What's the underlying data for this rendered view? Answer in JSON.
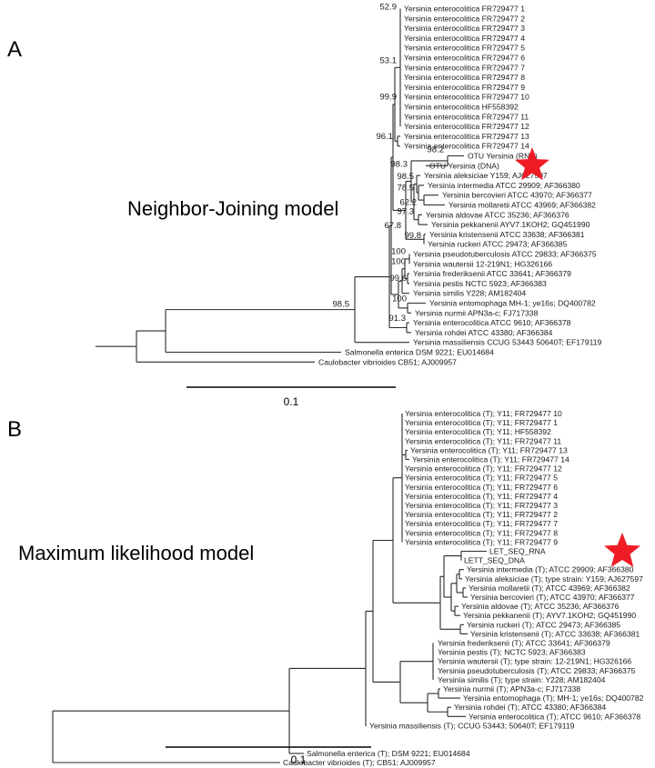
{
  "accent_star_color": "#ee1c25",
  "panel_a": {
    "letter": "A",
    "title": "Neighbor-Joining model",
    "scale_label": "0.1",
    "leaves": [
      "Yersinia enterocolitica FR729477 1",
      "Yersinia enterocolitica FR729477 2",
      "Yersinia enterocolitica FR729477 3",
      "Yersinia enterocolitica FR729477 4",
      "Yersinia enterocolitica FR729477 5",
      "Yersinia enterocolitica FR729477 6",
      "Yersinia enterocolitica FR729477 7",
      "Yersinia enterocolitica FR729477 8",
      "Yersinia enterocolitica FR729477 9",
      "Yersinia enterocolitica FR729477 10",
      "Yersinia enterocolitica HF558392",
      "Yersinia enterocolitica FR729477 11",
      "Yersinia enterocolitica FR729477 12",
      "Yersinia enterocolitica FR729477 13",
      "Yersinia enterocolitica FR729477 14",
      "OTU Yersinia (RNA)",
      "OTU Yersinia (DNA)",
      "Yersinia aleksiciae Y159; AJ627597",
      "Yersinia intermedia ATCC 29909; AF366380",
      "Yersinia bercovieri ATCC 43970; AF366377",
      "Yersinia mollaretii ATCC 43969; AF366382",
      "Yersinia aldovae ATCC 35236; AF366376",
      "Yersinia pekkanenii AYV7.1KOH2; GQ451990",
      "Yersinia kristensenii ATCC 33638; AF366381",
      "Yersinia ruckeri ATCC 29473; AF366385",
      "Yersinia pseudotuberculosis ATCC 29833; AF366375",
      "Yersinia wautersii 12-219N1; HG326166",
      "Yersinia frederiksenii ATCC 33641; AF366379",
      "Yersinia pestis NCTC 5923; AF366383",
      "Yersinia similis Y228; AM182404",
      "Yersinia entomophaga MH-1; ye16s; DQ400782",
      "Yersinia nurmii APN3a-c; FJ717338",
      "Yersinia enterocolitica ATCC 9610; AF366378",
      "Yersinia rohdei ATCC 43380; AF366384",
      "Yersinia massiliensis CCUG 53443 50640T; EF179119",
      "Salmonella enterica DSM 9221; EU014684",
      "Caulobacter vibrioides CB51; AJ009957"
    ],
    "support_values": [
      "52.9",
      "53.1",
      "99.9",
      "96.1",
      "98.2",
      "98.3",
      "98.5",
      "78.5",
      "62.2",
      "97.3",
      "67.8",
      "99.8",
      "98.5",
      "100",
      "100",
      "99.6",
      "100",
      "91.3"
    ]
  },
  "panel_b": {
    "letter": "B",
    "title": "Maximum likelihood model",
    "scale_label": "0.1",
    "leaves": [
      "Yersinia enterocolitica (T); Y11; FR729477 10",
      "Yersinia enterocolitica (T); Y11; FR729477 1",
      "Yersinia enterocolitica (T); Y11; HF558392",
      "Yersinia enterocolitica (T); Y11; FR729477 11",
      "Yersinia enterocolitica (T); Y11; FR729477 13",
      "Yersinia enterocolitica (T); Y11; FR729477 14",
      "Yersinia enterocolitica (T); Y11; FR729477 12",
      "Yersinia enterocolitica (T); Y11; FR729477 5",
      "Yersinia enterocolitica (T); Y11; FR729477 6",
      "Yersinia enterocolitica (T); Y11; FR729477 4",
      "Yersinia enterocolitica (T); Y11; FR729477 3",
      "Yersinia enterocolitica (T); Y11; FR729477 2",
      "Yersinia enterocolitica (T); Y11; FR729477 7",
      "Yersinia enterocolitica (T); Y11; FR729477 8",
      "Yersinia enterocolitica (T); Y11; FR729477 9",
      "LET_SEQ_RNA",
      "LETT_SEQ_DNA",
      "Yersinia intermedia (T); ATCC 29909; AF366380",
      "Yersinia aleksiciae (T); type strain: Y159; AJ627597",
      "Yersinia mollaretii (T); ATCC 43969; AF366382",
      "Yersinia bercovieri (T); ATCC 43970; AF366377",
      "Yersinia aldovae (T); ATCC 35236; AF366376",
      "Yersinia pekkanenii (T); AYV7.1KOH2; GQ451990",
      "Yersinia ruckeri (T); ATCC 29473; AF366385",
      "Yersinia kristensenii (T); ATCC 33638; AF366381",
      "Yersinia frederiksenii (T); ATCC 33641; AF366379",
      "Yersinia pestis (T); NCTC 5923; AF366383",
      "Yersinia wautersii (T); type strain: 12-219N1; HG326166",
      "Yersinia pseudotuberculosis (T); ATCC 29833; AF366375",
      "Yersinia similis (T); type strain: Y228; AM182404",
      "Yersinia nurmii (T); APN3a-c; FJ717338",
      "Yersinia entomophaga (T); MH-1; ye16s; DQ400782",
      "Yersinia rohdei (T); ATCC 43380; AF366384",
      "Yersinia enterocolitica (T); ATCC 9610; AF366378",
      "Yersinia massiliensis (T); CCUG 53443; 50640T; EF179119",
      "Salmonella enterica (T); DSM 9221; EU014684",
      "Caulobacter vibrioides (T); CB51; AJ009957"
    ]
  }
}
